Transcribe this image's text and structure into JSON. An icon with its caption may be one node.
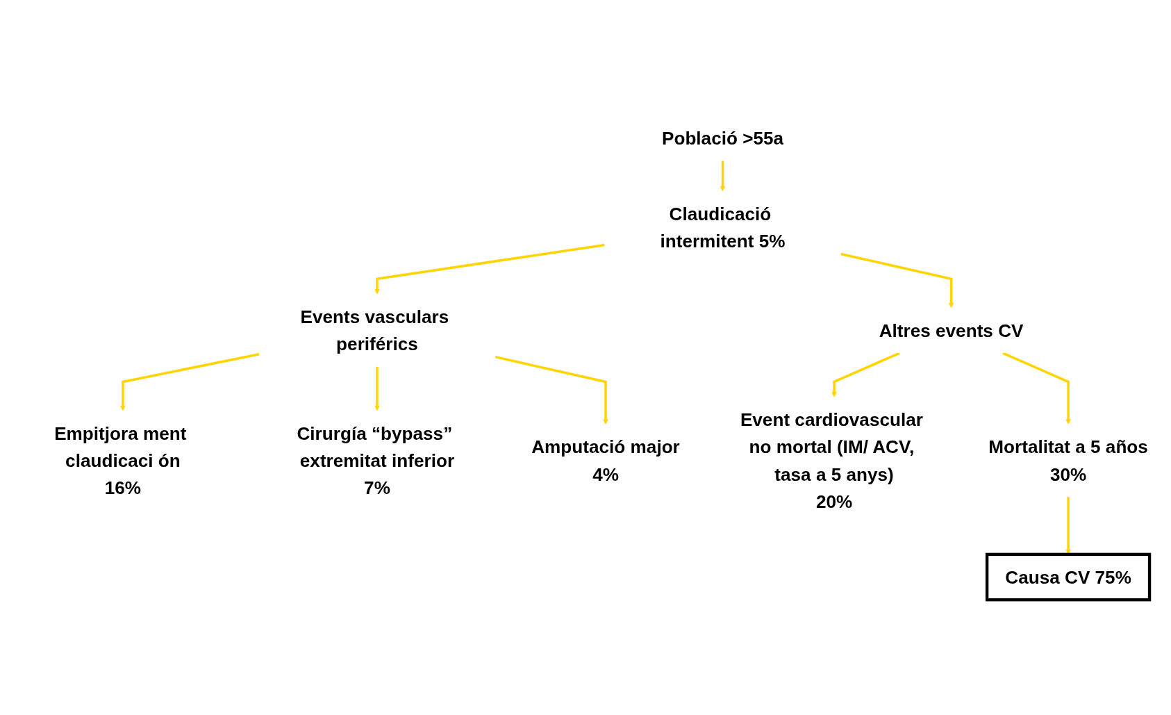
{
  "diagram": {
    "nodes": [
      {
        "text": [
          "Població >55a"
        ]
      },
      {
        "text": [
          "Claudicació intermitent 5%"
        ]
      },
      {
        "text": [
          "Events vasculars periférics"
        ]
      },
      {
        "text": [
          "Altres events CV"
        ]
      },
      {
        "text": [
          "Empitjora ment claudicaci ón",
          "16%"
        ]
      },
      {
        "text": [
          "Cirurgía “bypass” extremitat inferior",
          "7%"
        ]
      },
      {
        "text": [
          "Amputació major",
          "4%"
        ]
      },
      {
        "text": [
          "Event cardiovascular no mortal (IM/ ACV, tasa a 5 anys)",
          "20%"
        ]
      },
      {
        "text": [
          "Mortalitat a 5 años",
          "30%"
        ]
      },
      {
        "text": [
          "Causa CV 75%"
        ]
      }
    ],
    "edges": [
      {
        "from": 0,
        "to": 1,
        "arrow": "to"
      },
      {
        "from": 1,
        "to": 2,
        "arrow": "to"
      },
      {
        "from": 1,
        "to": 3,
        "arrow": "to"
      },
      {
        "from": 2,
        "to": 4,
        "arrow": "to"
      },
      {
        "from": 2,
        "to": 5,
        "arrow": "to"
      },
      {
        "from": 2,
        "to": 6,
        "arrow": "to"
      },
      {
        "from": 3,
        "to": 7,
        "arrow": "to"
      },
      {
        "from": 3,
        "to": 8,
        "arrow": "to"
      },
      {
        "from": 8,
        "to": 9,
        "arrow": "to"
      }
    ]
  }
}
